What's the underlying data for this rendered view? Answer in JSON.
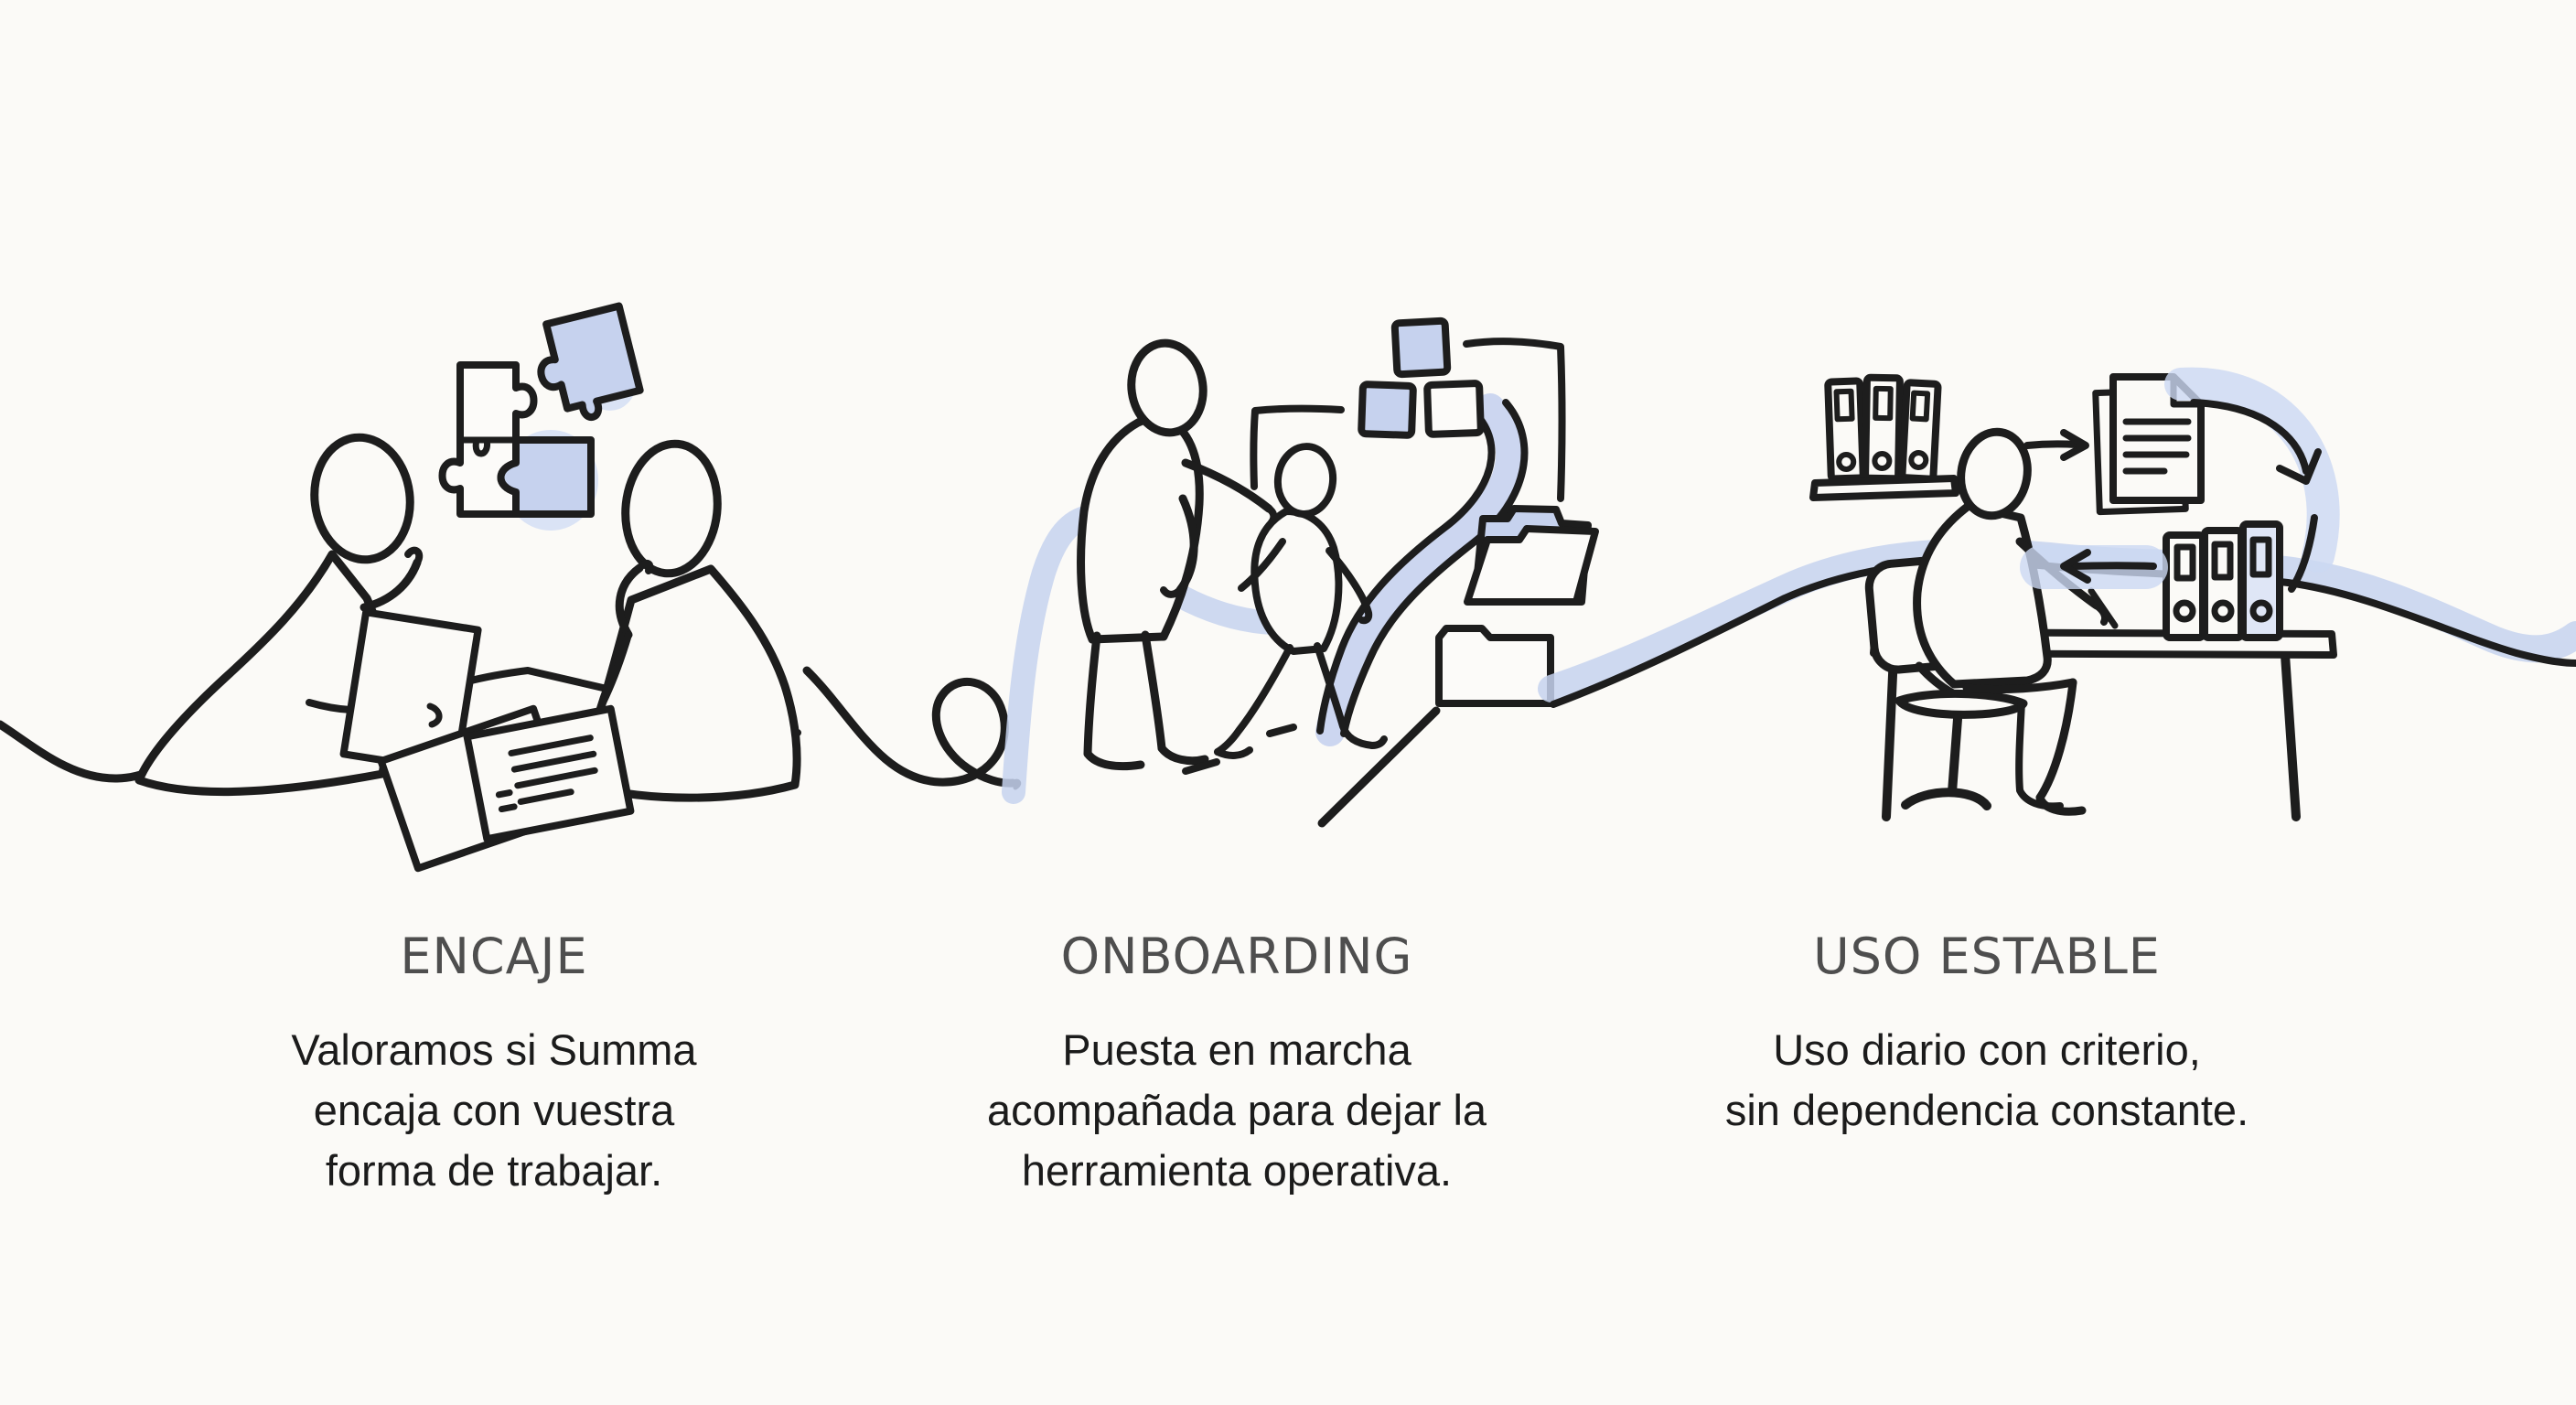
{
  "page": {
    "background_color": "#fbfaf7",
    "style": "hand-drawn line illustration with light blue accents"
  },
  "colors": {
    "ink": "#1d1d1d",
    "accent_blue": "#c6d2ee",
    "accent_blue_soft": "#ccd8f3",
    "title_gray": "#4e4e4e",
    "body_text": "#1b1b1b"
  },
  "stages": [
    {
      "id": "encaje",
      "title": "ENCAJE",
      "description": "Valoramos si Summa\nencaja con vuestra\nforma de trabajar.",
      "icons": [
        "puzzle-pieces-icon",
        "two-people-talking-icon",
        "papers-on-table-icon"
      ]
    },
    {
      "id": "onboarding",
      "title": "ONBOARDING",
      "description": "Puesta en marcha\nacompañada para dejar la\nherramienta operativa.",
      "icons": [
        "flow-squares-icon",
        "winding-path-icon",
        "open-folder-icon",
        "folder-icon",
        "guide-and-learner-icon"
      ]
    },
    {
      "id": "uso-estable",
      "title": "USO ESTABLE",
      "description": "Uso diario con criterio,\nsin dependencia constante.",
      "icons": [
        "shelf-binders-icon",
        "person-at-desk-icon",
        "document-icon",
        "desk-binders-icon",
        "arrow-right-icon",
        "arrow-left-icon",
        "curved-arrow-icon"
      ]
    }
  ]
}
